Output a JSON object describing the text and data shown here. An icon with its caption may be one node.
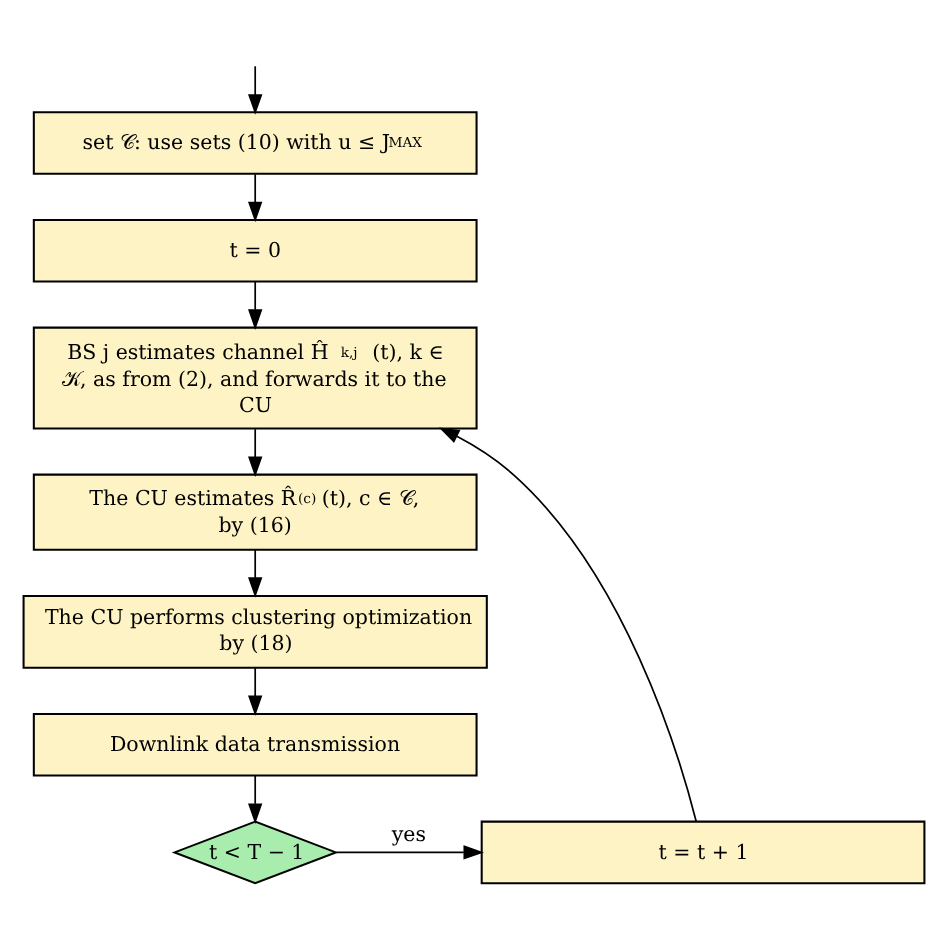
{
  "diagram": {
    "nodes": [
      {
        "text": [
          "set 𝒞: use sets (10) with u ≤ J$_{MAX}$"
        ]
      },
      {
        "text": [
          "t = 0"
        ]
      },
      {
        "text": [
          "BS j estimates channel Ĥ$_{k,j}$(t), k ∈ 𝒦, as from (2), and forwards it to the CU"
        ]
      },
      {
        "text": [
          "The CU estimates R̂$^{(c)}$(t), c ∈ 𝒞, by (16)"
        ]
      },
      {
        "text": [
          "The CU performs clustering optimization by (18)"
        ]
      },
      {
        "text": [
          "Downlink data transmission"
        ]
      },
      {
        "text": [
          "t < T − 1"
        ]
      },
      {
        "text": [
          "t = t + 1"
        ]
      }
    ],
    "edges": [
      {
        "from": null,
        "to": 0,
        "arrow": "to"
      },
      {
        "from": 0,
        "to": 1,
        "arrow": "to"
      },
      {
        "from": 1,
        "to": 2,
        "arrow": "to"
      },
      {
        "from": 2,
        "to": 3,
        "arrow": "to"
      },
      {
        "from": 3,
        "to": 4,
        "arrow": "to"
      },
      {
        "from": 4,
        "to": 5,
        "arrow": "to"
      },
      {
        "from": 5,
        "to": 6,
        "arrow": "to"
      },
      {
        "from": 6,
        "to": 7,
        "arrow": "to",
        "label": "yes"
      },
      {
        "from": 7,
        "to": 2,
        "arrow": "to"
      }
    ]
  }
}
